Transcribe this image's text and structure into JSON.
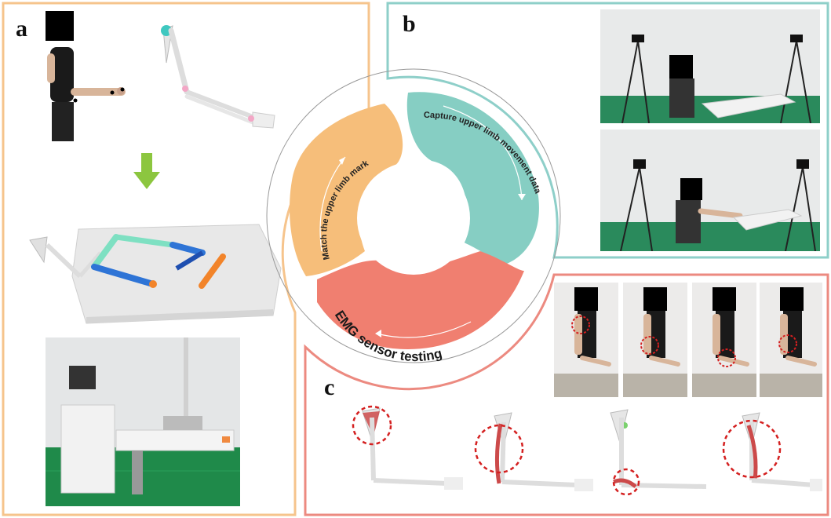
{
  "panels": {
    "a": {
      "label": "a"
    },
    "b": {
      "label": "b"
    },
    "c": {
      "label": "c"
    }
  },
  "cycle": {
    "step_match": "Match the upper limb markers",
    "step_capture": "Capture upper limb movement data",
    "step_emg": "EMG sensor testing"
  },
  "colors": {
    "panel_a_border": "#f6c48c",
    "panel_b_border": "#8ecfc9",
    "panel_c_border": "#ec8a80",
    "segment_match": "#f6be7a",
    "segment_capture": "#86cec3",
    "segment_emg": "#f07f70",
    "arrow_green": "#8cc63f",
    "highlight_circle": "#d42020"
  }
}
